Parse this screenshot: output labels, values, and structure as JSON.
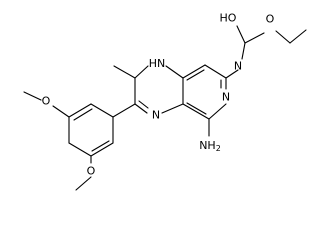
{
  "molecule": {
    "atoms": {
      "oh": "HO",
      "o_carbamate": "O",
      "nh_carbamate": "N",
      "n_ring_1": "N",
      "n_pyridine": "N",
      "n_ring_4": "N",
      "nh2": "NH2",
      "o_methoxy_top": "O",
      "o_methoxy_bottom": "O"
    }
  }
}
